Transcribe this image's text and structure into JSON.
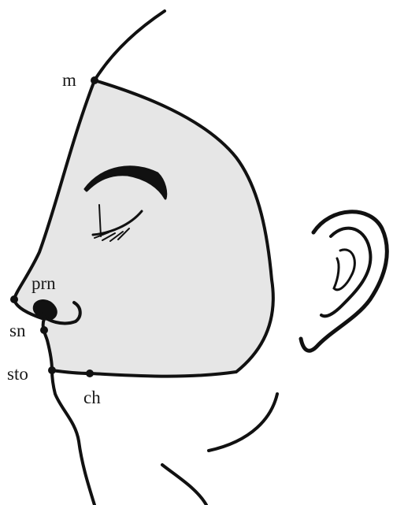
{
  "landmarks": {
    "m": "m",
    "prn": "prn",
    "sn": "sn",
    "sto": "sto",
    "ch": "ch"
  },
  "colors": {
    "region_fill": "#e6e6e6",
    "line": "#111111"
  }
}
